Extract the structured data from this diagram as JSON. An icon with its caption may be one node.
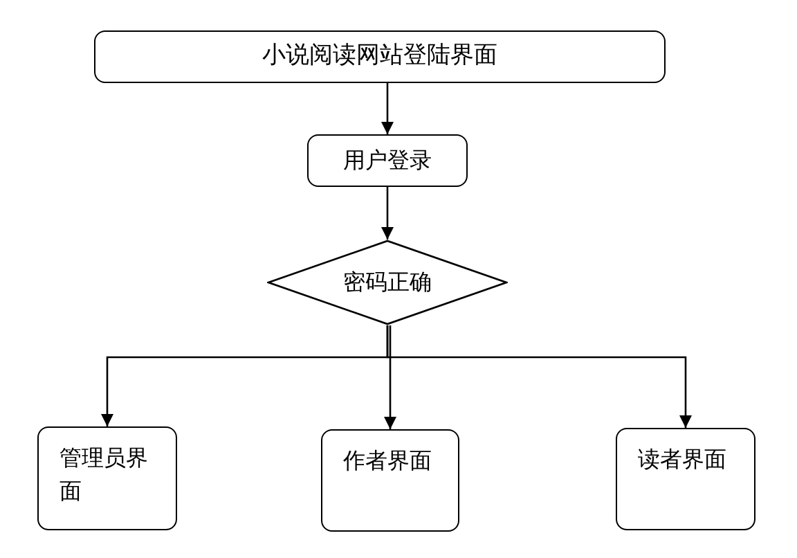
{
  "diagram": {
    "nodes": [
      {
        "text": [
          "小说阅读网站登陆界面"
        ]
      },
      {
        "text": [
          "用户登录"
        ]
      },
      {
        "text": [
          "密码正确"
        ]
      },
      {
        "text": [
          "管理员界面"
        ]
      },
      {
        "text": [
          "作者界面"
        ]
      },
      {
        "text": [
          "读者界面"
        ]
      }
    ],
    "edges": [
      {
        "from": 0,
        "to": 1,
        "arrow": "to"
      },
      {
        "from": 1,
        "to": 2,
        "arrow": "to"
      },
      {
        "from": 2,
        "to": 3,
        "arrow": "to"
      },
      {
        "from": 2,
        "to": 4,
        "arrow": "to"
      },
      {
        "from": 2,
        "to": 5,
        "arrow": "to"
      }
    ]
  }
}
